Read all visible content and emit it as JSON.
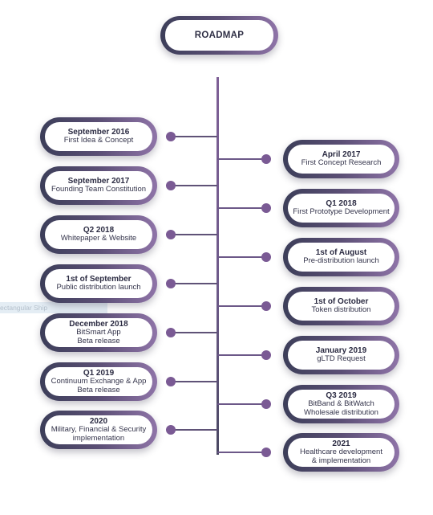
{
  "title": "ROADMAP",
  "overlay_label": "ectangular Ship",
  "milestones": [
    {
      "side": "left",
      "title": "September 2016",
      "lines": [
        "First Idea & Concept"
      ]
    },
    {
      "side": "right",
      "title": "April 2017",
      "lines": [
        "First Concept Research"
      ]
    },
    {
      "side": "left",
      "title": "September 2017",
      "lines": [
        "Founding Team Constitution"
      ]
    },
    {
      "side": "right",
      "title": "Q1 2018",
      "lines": [
        "First Prototype Development"
      ]
    },
    {
      "side": "left",
      "title": "Q2 2018",
      "lines": [
        "Whitepaper & Website"
      ]
    },
    {
      "side": "right",
      "title": "1st of August",
      "lines": [
        "Pre-distribution launch"
      ]
    },
    {
      "side": "left",
      "title": "1st of September",
      "lines": [
        "Public distribution launch"
      ]
    },
    {
      "side": "right",
      "title": "1st of October",
      "lines": [
        "Token distribution"
      ]
    },
    {
      "side": "left",
      "title": "December 2018",
      "lines": [
        "BitSmart App",
        "Beta release"
      ]
    },
    {
      "side": "right",
      "title": "January 2019",
      "lines": [
        "gLTD Request"
      ]
    },
    {
      "side": "left",
      "title": "Q1 2019",
      "lines": [
        "Continuum Exchange & App",
        "Beta release"
      ]
    },
    {
      "side": "right",
      "title": "Q3 2019",
      "lines": [
        "BitBand & BitWatch",
        "Wholesale distribution"
      ]
    },
    {
      "side": "left",
      "title": "2020",
      "lines": [
        "Military, Financial & Security",
        "implementation"
      ]
    },
    {
      "side": "right",
      "title": "2021",
      "lines": [
        "Healthcare development",
        "& implementation"
      ]
    }
  ],
  "colors": {
    "gradient_dark": "#3c3e59",
    "gradient_light": "#8f74a8",
    "dot": "#7a5a94",
    "text": "#2f2f45"
  }
}
